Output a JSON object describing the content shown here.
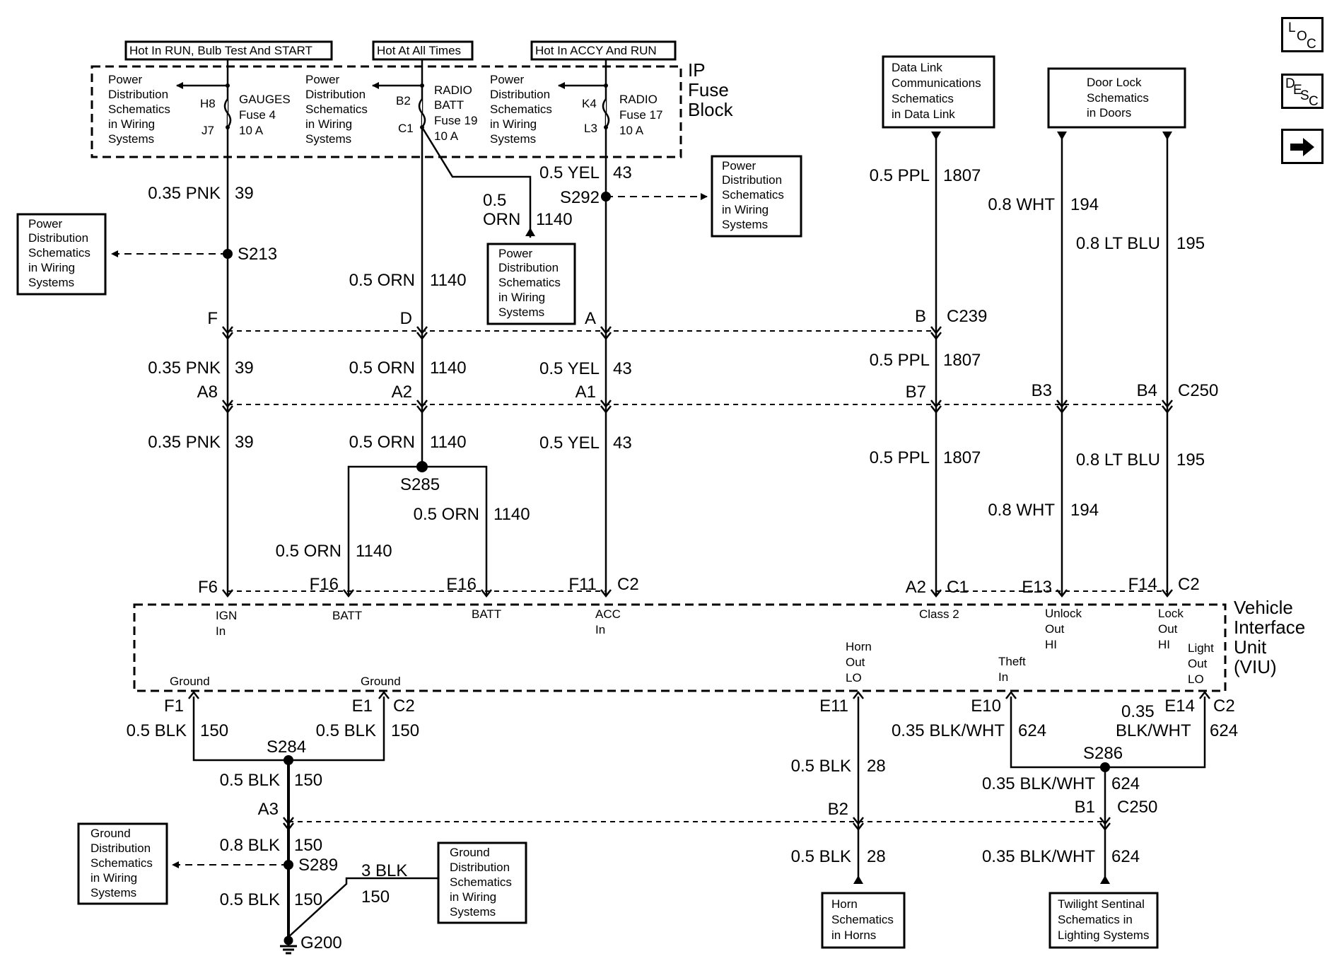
{
  "headers": {
    "hot_run": "Hot In RUN, Bulb Test And START",
    "hot_all": "Hot At All Times",
    "hot_accy": "Hot In ACCY And RUN"
  },
  "fuse_block": {
    "l1": "IP",
    "l2": "Fuse",
    "l3": "Block"
  },
  "fuses": [
    {
      "in_pin": "H8",
      "out_pin": "J7",
      "l1": "GAUGES",
      "l2": "Fuse 4",
      "l3": "10 A"
    },
    {
      "in_pin": "B2",
      "out_pin": "C1",
      "l1": "RADIO",
      "l2": "BATT",
      "l3": "Fuse 19",
      "l4": "10 A"
    },
    {
      "in_pin": "K4",
      "out_pin": "L3",
      "l1": "RADIO",
      "l2": "Fuse 17",
      "l3": "10 A"
    }
  ],
  "pd_text": {
    "l1": "Power",
    "l2": "Distribution",
    "l3": "Schematics",
    "l4": "in Wiring",
    "l5": "Systems"
  },
  "gd_text": {
    "l1": "Ground",
    "l2": "Distribution",
    "l3": "Schematics",
    "l4": "in Wiring",
    "l5": "Systems"
  },
  "ref_boxes": {
    "data_link": {
      "l1": "Data Link",
      "l2": "Communications",
      "l3": "Schematics",
      "l4": "in Data Link"
    },
    "door_lock": {
      "l1": "Door Lock",
      "l2": "Schematics",
      "l3": "in Doors"
    },
    "horn": {
      "l1": "Horn",
      "l2": "Schematics",
      "l3": "in Horns"
    },
    "twilight": {
      "l1": "Twilight Sentinal",
      "l2": "Schematics in",
      "l3": "Lighting Systems"
    }
  },
  "wires": {
    "pnk": "0.35 PNK",
    "pnk_c": "39",
    "orn": "0.5 ORN",
    "orn_c": "1140",
    "orn_split1": "0.5",
    "orn_split2": "ORN",
    "yel": "0.5 YEL",
    "yel_c": "43",
    "ppl": "0.5 PPL",
    "ppl_c": "1807",
    "wht": "0.8 WHT",
    "wht_c": "194",
    "ltblu": "0.8 LT BLU",
    "ltblu_c": "195",
    "blk": "0.5 BLK",
    "blk_c": "150",
    "blk08": "0.8 BLK",
    "blk3": "3 BLK",
    "blk28_c": "28",
    "bw": "0.35 BLK/WHT",
    "bw_c": "624",
    "bw_a": "0.35",
    "bw_b": "BLK/WHT"
  },
  "splices": {
    "s213": "S213",
    "s292": "S292",
    "s285": "S285",
    "s284": "S284",
    "s289": "S289",
    "s286": "S286"
  },
  "ground": "G200",
  "connectors": {
    "c239": "C239",
    "c250": "C250",
    "c1": "C1",
    "c2": "C2",
    "F": "F",
    "D": "D",
    "A": "A",
    "B": "B",
    "A8": "A8",
    "A2": "A2",
    "A1": "A1",
    "B7": "B7",
    "B3": "B3",
    "B4": "B4",
    "F6": "F6",
    "F16": "F16",
    "E16": "E16",
    "F11": "F11",
    "E13": "E13",
    "F14": "F14",
    "F1": "F1",
    "E1": "E1",
    "E11": "E11",
    "E10": "E10",
    "E14": "E14",
    "A3": "A3",
    "B2": "B2",
    "B1": "B1"
  },
  "viu": {
    "l1": "Vehicle",
    "l2": "Interface",
    "l3": "Unit",
    "l4": "(VIU)",
    "ign1": "IGN",
    "ign2": "In",
    "batt": "BATT",
    "acc1": "ACC",
    "acc2": "In",
    "class2": "Class 2",
    "unlock1": "Unlock",
    "unlock2": "Out",
    "unlock3": "HI",
    "lock1": "Lock",
    "lock2": "Out",
    "lock3": "HI",
    "light1": "Light",
    "light2": "Out",
    "light3": "LO",
    "theft1": "Theft",
    "theft2": "In",
    "horn1": "Horn",
    "horn2": "Out",
    "horn3": "LO",
    "ground": "Ground"
  },
  "nav": {
    "loc": {
      "l1": "L",
      "l2": "O",
      "l3": "C"
    },
    "desc": {
      "l1": "D",
      "l2": "E",
      "l3": "S",
      "l4": "C"
    }
  }
}
